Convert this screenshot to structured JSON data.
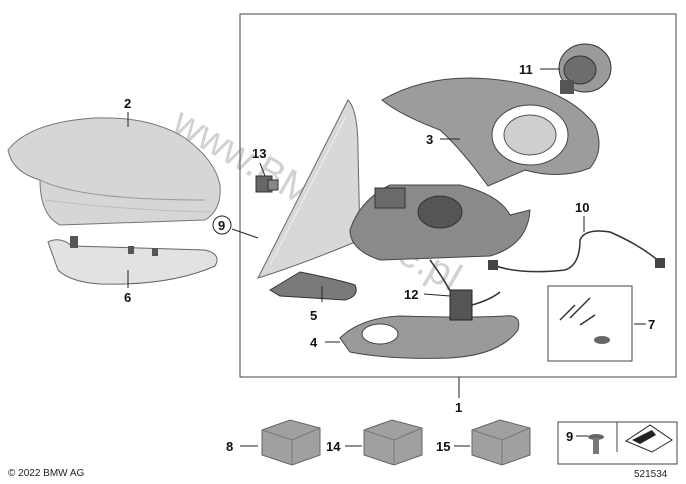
{
  "copyright": "© 2022 BMW AG",
  "diagram_number": "521534",
  "watermark": "www.BMWstore.pl",
  "callouts": {
    "c1": "1",
    "c2": "2",
    "c3": "3",
    "c4": "4",
    "c5": "5",
    "c6": "6",
    "c7": "7",
    "c8": "8",
    "c9": "9",
    "c9b": "9",
    "c10": "10",
    "c11": "11",
    "c12": "12",
    "c13": "13",
    "c14": "14",
    "c15": "15"
  },
  "colors": {
    "part_fill": "#d9d9d9",
    "part_dark": "#6b6b6b",
    "box_fill": "#9a9a9a",
    "line": "#222222"
  }
}
